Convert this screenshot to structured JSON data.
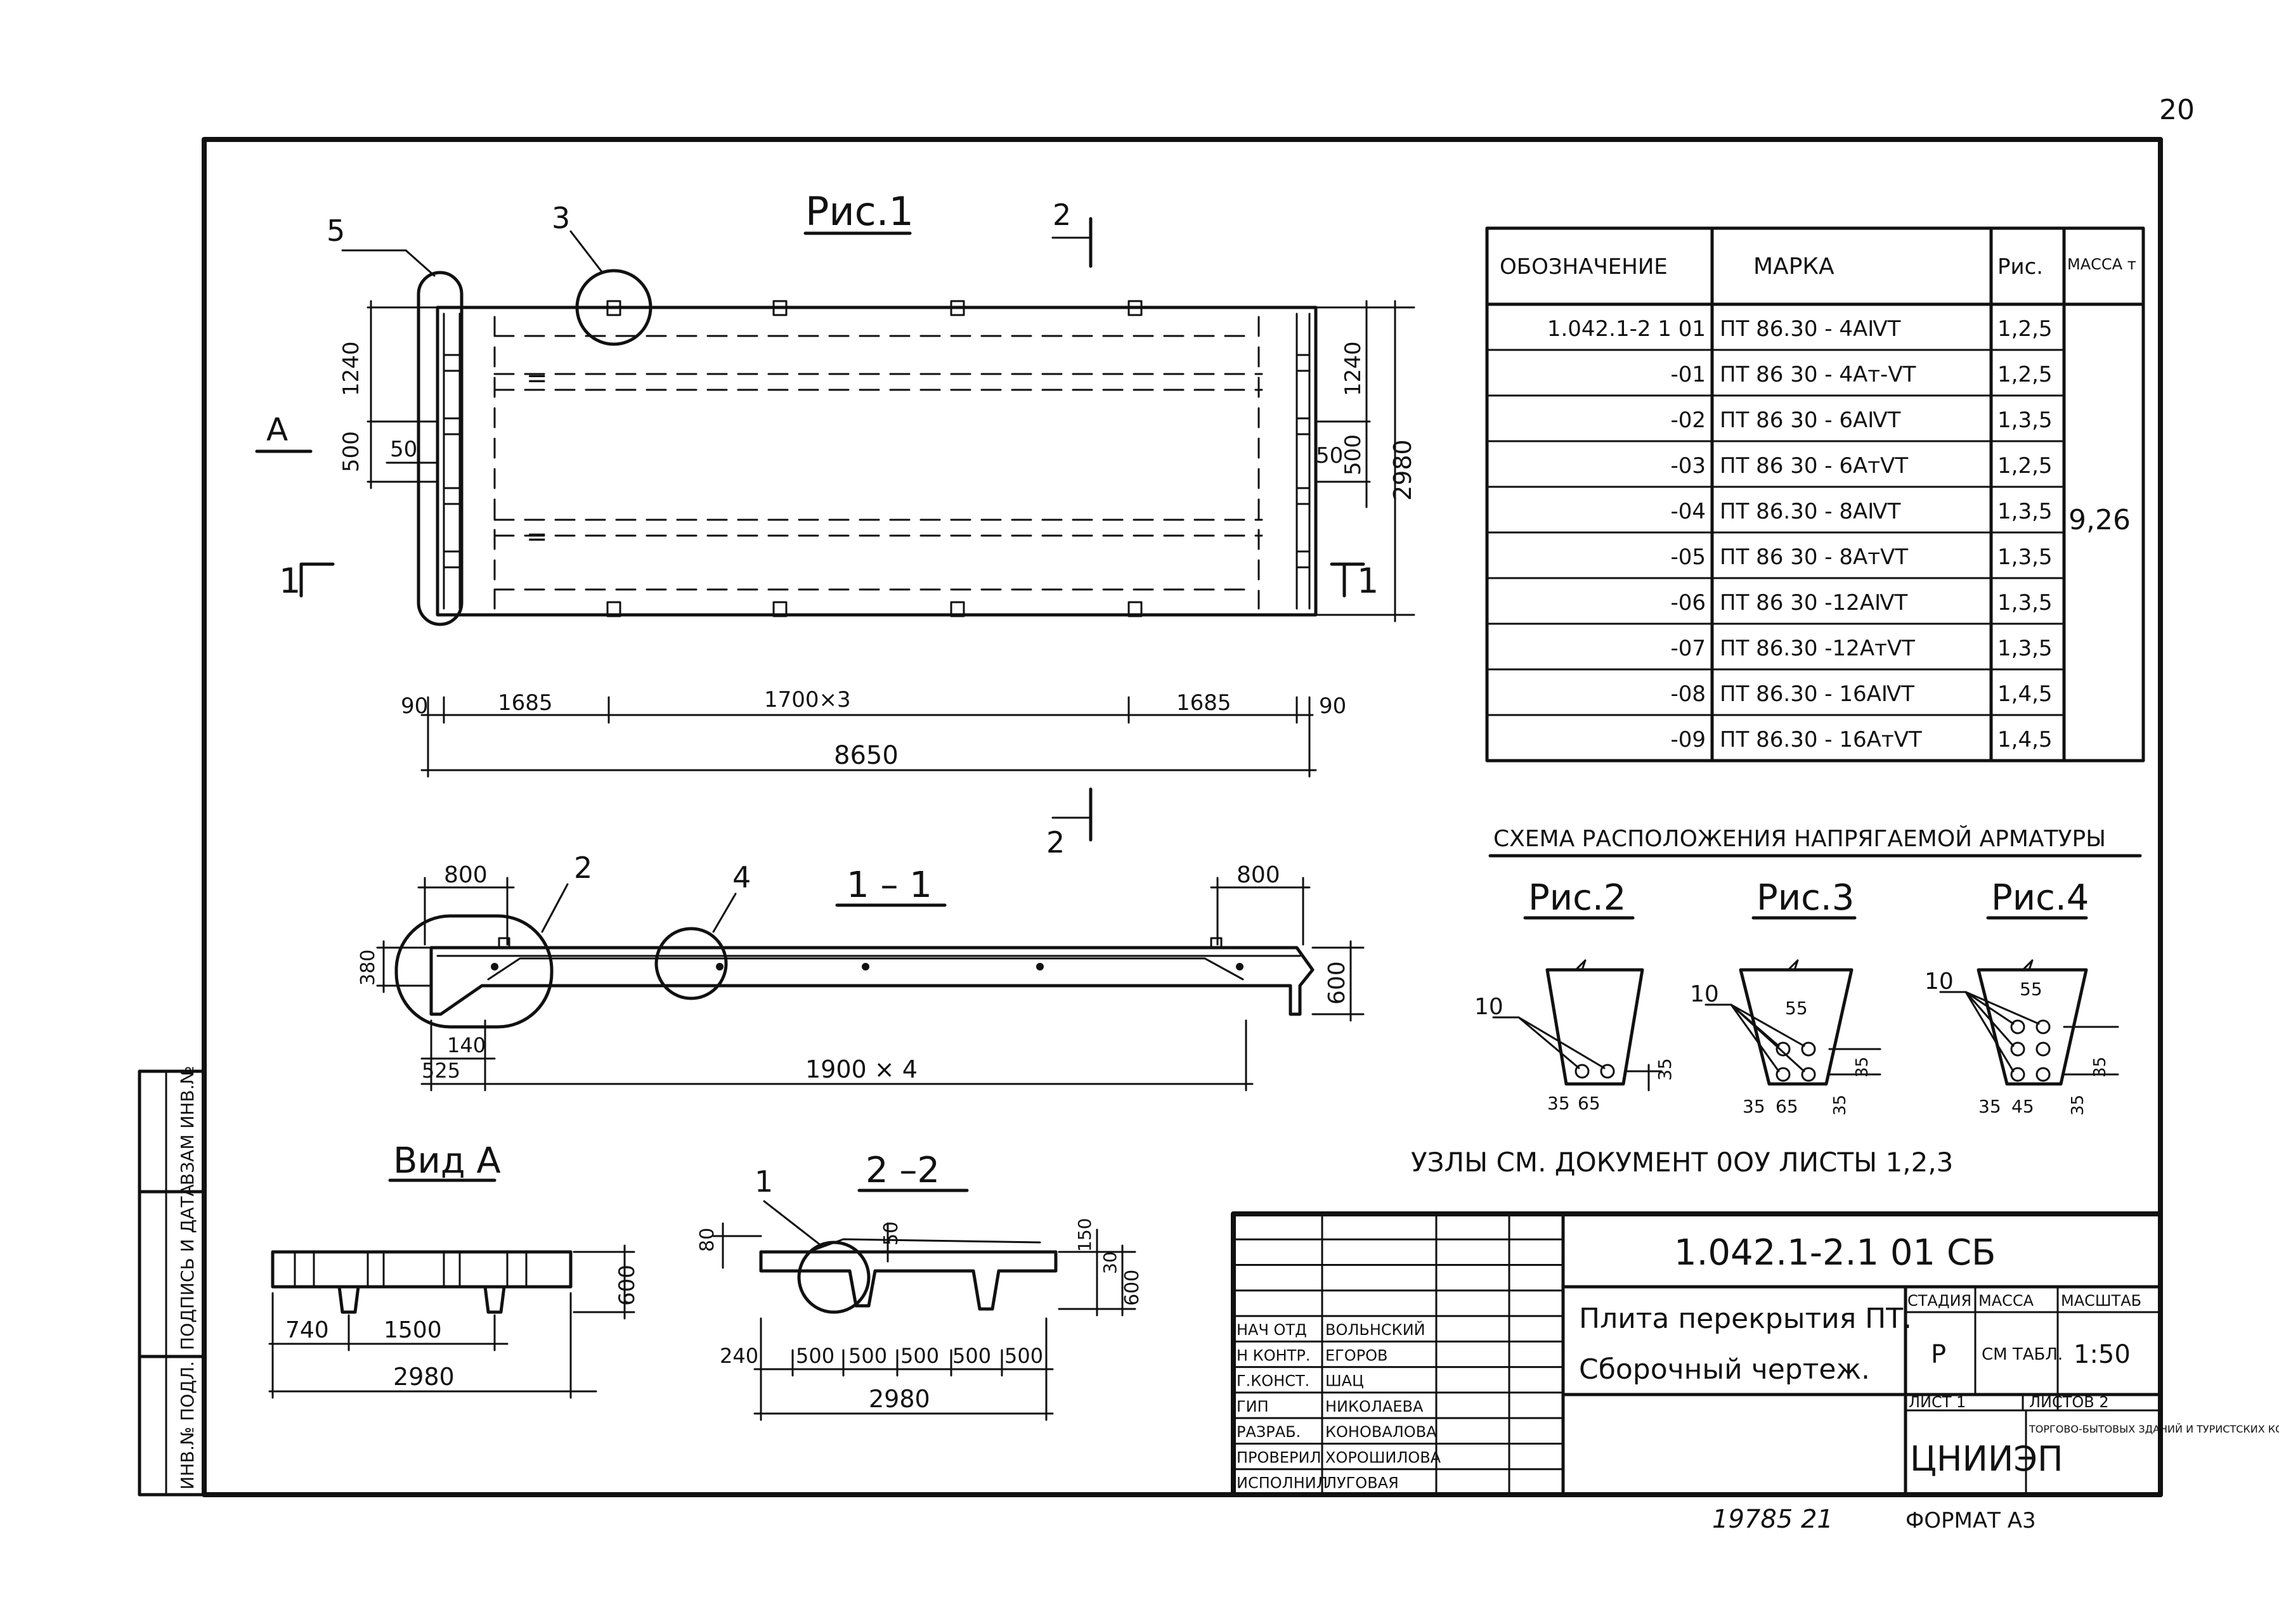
{
  "sheet": {
    "page_number": "20",
    "format": "ФОРМАТ А3",
    "inventory_handwritten": "19785 21",
    "left_stamp": [
      "ВЗАМ ИНВ.№",
      "ПОДПИСЬ И ДАТА",
      "ИНВ.№ ПОДЛ."
    ]
  },
  "views": {
    "fig1_title": "Рис.1",
    "section_1_1": "1 – 1",
    "section_2_2": "2 –2",
    "view_a": "Вид А",
    "callouts": [
      "1",
      "2",
      "3",
      "4",
      "5"
    ],
    "marker_a": "А",
    "marker_1": "1",
    "marker_2": "2",
    "fig1_dims": {
      "left_top": "1240",
      "left_bottom": "500",
      "left_small": "50",
      "right_top": "1240",
      "right_mid": "500",
      "right_small": "50",
      "right_total": "2980",
      "bottom_90_left": "90",
      "bottom_1685_left": "1685",
      "bottom_mid": "1700×3",
      "bottom_1685_right": "1685",
      "bottom_90_right": "90",
      "bottom_total": "8650"
    },
    "section11_dims": {
      "top_left": "800",
      "top_right": "800",
      "left_height": "380",
      "right_height": "600",
      "bottom_140": "140",
      "bottom_525": "525",
      "bottom_span": "1900 × 4"
    },
    "viewa_dims": {
      "d740": "740",
      "d1500": "1500",
      "total": "2980",
      "height": "600"
    },
    "section22_dims": {
      "d80": "80",
      "d50": "50",
      "d240": "240",
      "spans": [
        "500",
        "500",
        "500",
        "500",
        "500"
      ],
      "total": "2980",
      "r150": "150",
      "r30": "30",
      "r600": "600"
    }
  },
  "spec_table": {
    "headers": [
      "ОБОЗНАЧЕНИЕ",
      "МАРКА",
      "Рис.",
      "МАССА т"
    ],
    "rows": [
      {
        "designation": "1.042.1-2 1 01",
        "mark": "ПТ 86.30 - 4АⅣТ",
        "fig": "1,2,5"
      },
      {
        "designation": "-01",
        "mark": "ПТ 86 30 - 4Ат-ⅤТ",
        "fig": "1,2,5"
      },
      {
        "designation": "-02",
        "mark": "ПТ 86 30 - 6АⅣТ",
        "fig": "1,3,5"
      },
      {
        "designation": "-03",
        "mark": "ПТ 86 30 - 6АтⅤТ",
        "fig": "1,2,5"
      },
      {
        "designation": "-04",
        "mark": "ПТ 86.30 - 8АⅣТ",
        "fig": "1,3,5"
      },
      {
        "designation": "-05",
        "mark": "ПТ 86 30 - 8АтⅤТ",
        "fig": "1,3,5"
      },
      {
        "designation": "-06",
        "mark": "ПТ 86 30 -12АⅣТ",
        "fig": "1,3,5"
      },
      {
        "designation": "-07",
        "mark": "ПТ 86.30 -12АтⅤТ",
        "fig": "1,3,5"
      },
      {
        "designation": "-08",
        "mark": "ПТ 86.30 - 16АⅣТ",
        "fig": "1,4,5"
      },
      {
        "designation": "-09",
        "mark": "ПТ 86.30 - 16АтⅤТ",
        "fig": "1,4,5"
      }
    ],
    "mass": "9,26"
  },
  "rebar_scheme": {
    "title": "СХЕМА РАСПОЛОЖЕНИЯ НАПРЯГАЕМОЙ АРМАТУРЫ",
    "figs": [
      {
        "label": "Рис.2",
        "n": "10",
        "a": "35",
        "b": "35",
        "c": "65"
      },
      {
        "label": "Рис.3",
        "n": "10",
        "top": "55",
        "a": "35",
        "b": "35",
        "c": "65",
        "d": "35"
      },
      {
        "label": "Рис.4",
        "n": "10",
        "top": "55",
        "a": "35",
        "b": "45",
        "c": "35",
        "d": "35"
      }
    ],
    "nodes_note": "УЗЛЫ СМ. ДОКУМЕНТ 0ОУ ЛИСТЫ 1,2,3"
  },
  "title_block": {
    "doc_code": "1.042.1-2.1 01 СБ",
    "name_line1": "Плита перекрытия ПТ.",
    "name_line2": "Сборочный чертеж.",
    "stage_h": "СТАДИЯ",
    "mass_h": "МАССА",
    "scale_h": "МАСШТАБ",
    "stage": "Р",
    "mass": "СМ ТАБЛ.",
    "scale": "1:50",
    "sheet": "ЛИСТ 1",
    "sheets": "ЛИСТОВ 2",
    "org": "ЦНИИЭП",
    "org_sub": "ТОРГОВО-БЫТОВЫХ ЗДАНИЙ И ТУРИСТСКИХ КОМПЛЕКСОВ",
    "staff": [
      {
        "role": "НАЧ ОТД",
        "name": "ВОЛЬНСКИЙ"
      },
      {
        "role": "Н КОНТР.",
        "name": "ЕГОРОВ"
      },
      {
        "role": "Г.КОНСТ.",
        "name": "ШАЦ"
      },
      {
        "role": "ГИП",
        "name": "НИКОЛАЕВА"
      },
      {
        "role": "РАЗРАБ.",
        "name": "КОНОВАЛОВА"
      },
      {
        "role": "ПРОВЕРИЛ",
        "name": "ХОРОШИЛОВА"
      },
      {
        "role": "ИСПОЛНИЛ",
        "name": "ЛУГОВАЯ"
      }
    ]
  }
}
